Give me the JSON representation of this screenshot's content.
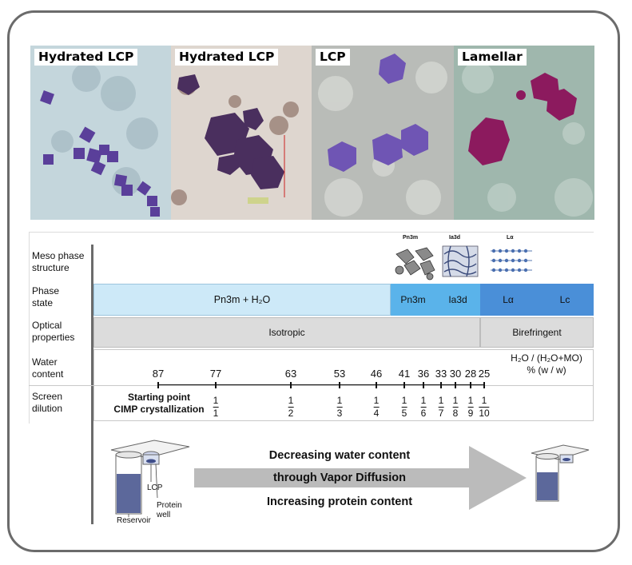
{
  "photos": [
    {
      "label": "Hydrated LCP"
    },
    {
      "label": "Hydrated LCP"
    },
    {
      "label": "LCP"
    },
    {
      "label": "Lamellar"
    }
  ],
  "table": {
    "row_labels": {
      "meso": "Meso phase\nstructure",
      "phase": "Phase\nstate",
      "optical": "Optical\nproperties",
      "water": "Water\ncontent",
      "screen": "Screen\ndilution"
    },
    "structures": {
      "pn3m": "Pn3m",
      "ia3d": "Ia3d",
      "la": "Lα"
    },
    "phase_cells": {
      "pn3m_h2o": "Pn3m + H₂O",
      "pn3m": "Pn3m",
      "ia3d": "Ia3d",
      "la": "Lα",
      "lc": "Lc"
    },
    "optical_cells": {
      "isotropic": "Isotropic",
      "birefringent": "Birefringent"
    },
    "water_unit": "H₂O / (H₂O+MO)\n% (w / w)",
    "water_values": [
      "87",
      "77",
      "63",
      "53",
      "46",
      "41",
      "36",
      "33",
      "30",
      "28",
      "25"
    ],
    "start_label": "Starting point\nCIMP crystallization",
    "dilutions": [
      {
        "num": "1",
        "den": "1"
      },
      {
        "num": "1",
        "den": "2"
      },
      {
        "num": "1",
        "den": "3"
      },
      {
        "num": "1",
        "den": "4"
      },
      {
        "num": "1",
        "den": "5"
      },
      {
        "num": "1",
        "den": "6"
      },
      {
        "num": "1",
        "den": "7"
      },
      {
        "num": "1",
        "den": "8"
      },
      {
        "num": "1",
        "den": "9"
      },
      {
        "num": "1",
        "den": "10"
      }
    ]
  },
  "vapor": {
    "line1": "Decreasing  water content",
    "line2": "through Vapor Diffusion",
    "line3": "Increasing  protein content",
    "lcp_label": "LCP",
    "reservoir_label": "Reservoir",
    "protein_well_label": "Protein\nwell"
  },
  "colors": {
    "light_blue": "#cde9f8",
    "mid_blue": "#5ab3ea",
    "dark_blue": "#4a8fd8",
    "optical_gray": "#dcdcdc",
    "arrow_gray": "#bbbbbb"
  }
}
